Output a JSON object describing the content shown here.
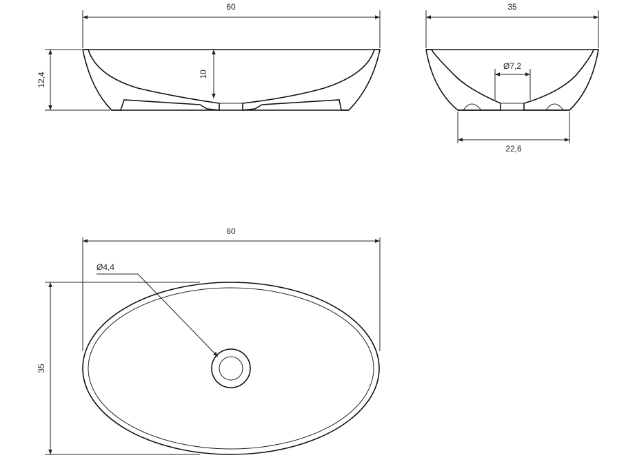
{
  "side_view": {
    "width_label": "60",
    "height_label": "12,4",
    "depth_label": "10"
  },
  "end_view": {
    "width_label": "35",
    "drain_label": "Ø7,2",
    "base_label": "22,6"
  },
  "top_view": {
    "length_label": "60",
    "width_label": "35",
    "drain_label": "Ø4,4"
  },
  "colors": {
    "line": "#222222",
    "background": "#ffffff"
  }
}
